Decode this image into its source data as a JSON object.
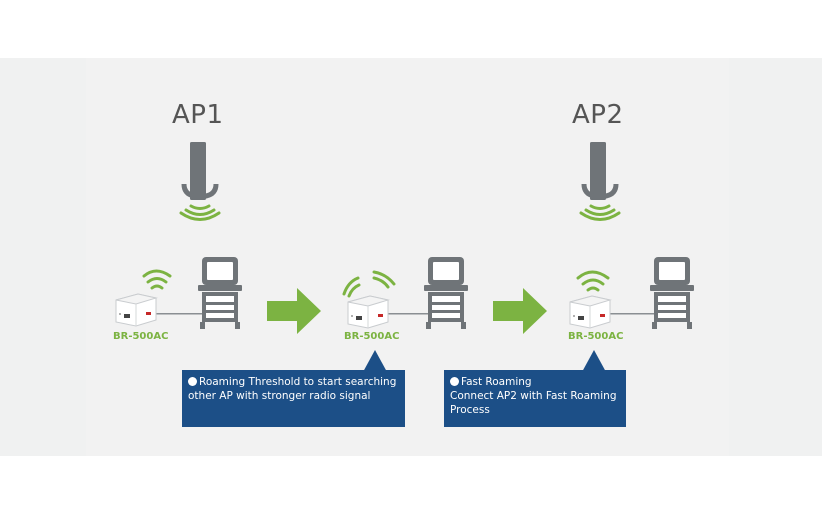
{
  "access_points": [
    {
      "label": "AP1",
      "icon": "antenna-icon"
    },
    {
      "label": "AP2",
      "icon": "antenna-icon"
    }
  ],
  "device_model": "BR-500AC",
  "callouts": [
    {
      "lines": [
        "Roaming Threshold to start searching",
        "other AP with stronger radio signal"
      ]
    },
    {
      "lines": [
        "Fast Roaming",
        "Connect AP2 with Fast Roaming",
        "Process"
      ]
    }
  ],
  "colors": {
    "panel": "#f0f1f1",
    "accent_green": "#7cb342",
    "callout_blue": "#1c4f87",
    "device_gray": "#6f7478"
  }
}
